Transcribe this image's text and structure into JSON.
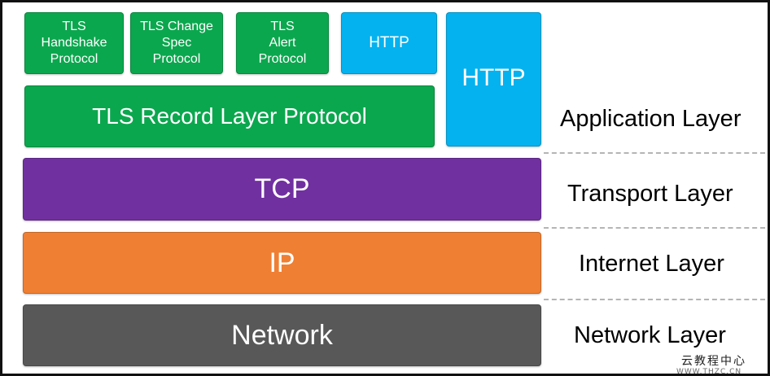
{
  "boxes": {
    "tls_handshake": "TLS\nHandshake\nProtocol",
    "tls_change_spec": "TLS Change\nSpec\nProtocol",
    "tls_alert": "TLS\nAlert\nProtocol",
    "http_small": "HTTP",
    "tls_record": "TLS Record Layer Protocol",
    "http_tall": "HTTP",
    "tcp": "TCP",
    "ip": "IP",
    "network": "Network"
  },
  "layers": {
    "application": "Application Layer",
    "transport": "Transport Layer",
    "internet": "Internet Layer",
    "network": "Network Layer"
  },
  "watermark": {
    "text": "云教程中心",
    "sub": "WWW.THZC.CN"
  },
  "colors": {
    "green": "#0ba74e",
    "blue": "#04b2ef",
    "purple": "#7130a0",
    "orange": "#ef7f33",
    "gray": "#585858"
  }
}
